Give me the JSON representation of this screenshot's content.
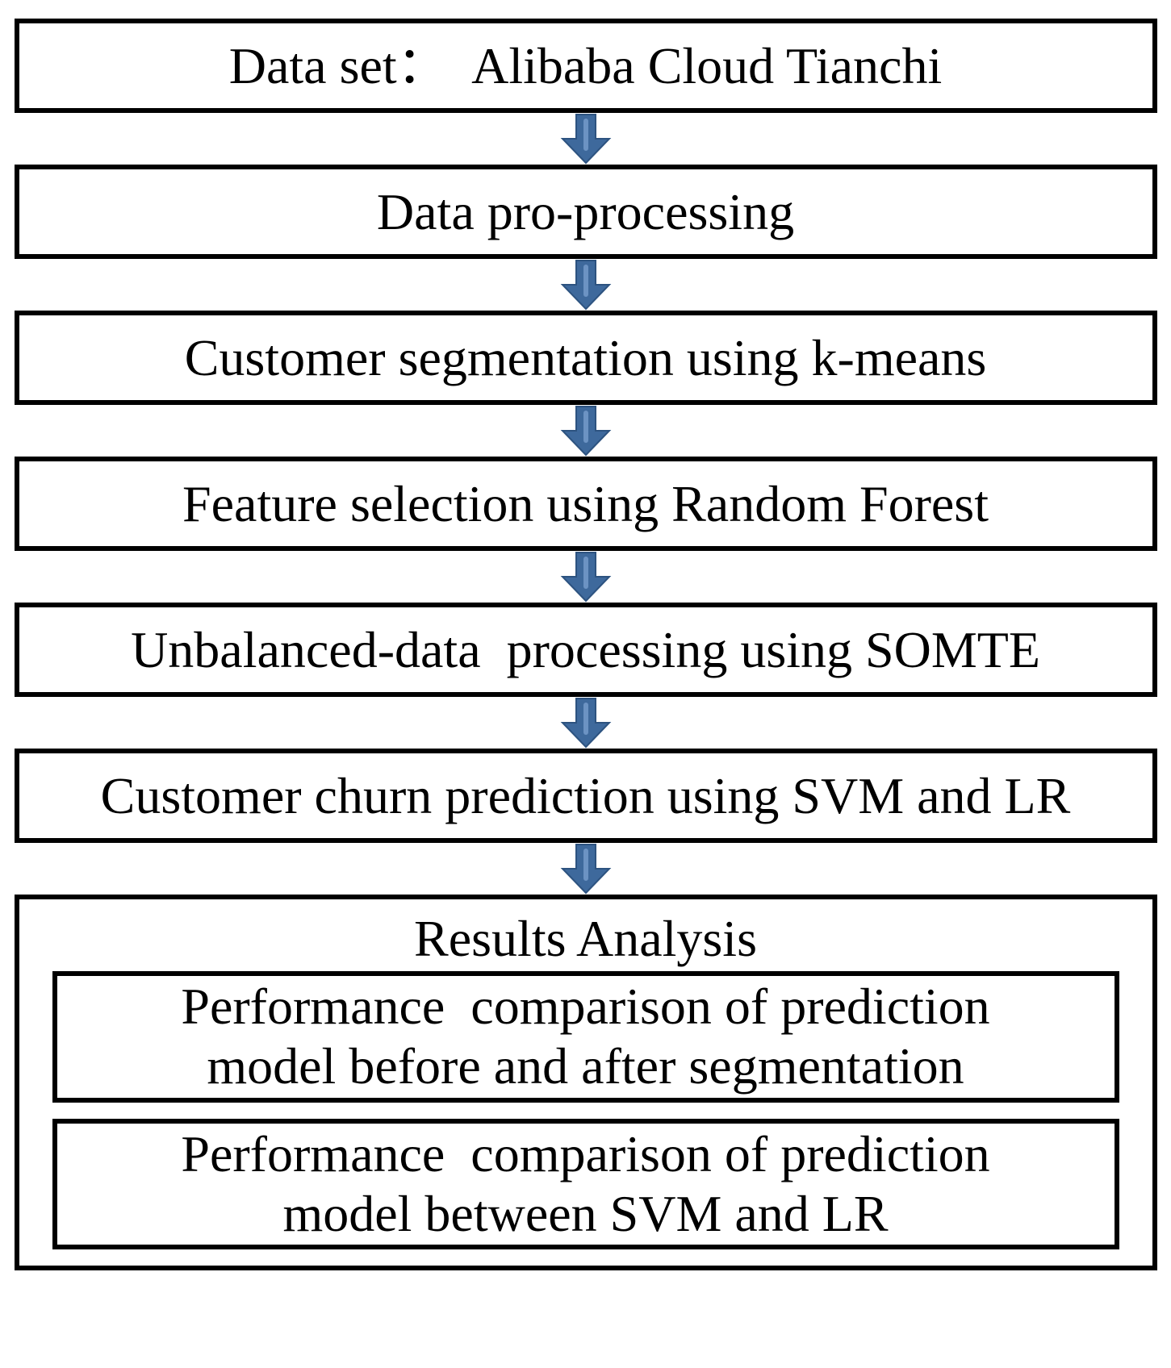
{
  "flowchart": {
    "steps": [
      {
        "label": "Data set：  Alibaba Cloud Tianchi"
      },
      {
        "label": "Data pro-processing"
      },
      {
        "label": "Customer segmentation using k-means"
      },
      {
        "label": "Feature selection using Random Forest"
      },
      {
        "label": "Unbalanced-data  processing using SOMTE"
      },
      {
        "label": "Customer churn prediction using SVM and LR"
      }
    ],
    "results": {
      "title": "Results Analysis",
      "items": [
        {
          "lines": [
            "Performance  comparison of prediction",
            "model before and after segmentation"
          ]
        },
        {
          "lines": [
            "Performance  comparison of prediction",
            "model between SVM and LR"
          ]
        }
      ]
    },
    "icons": {
      "connector": "down-arrow-icon"
    },
    "colors": {
      "arrow_fill": "#3E699C",
      "arrow_border": "#2D5380",
      "arrow_highlight": "#6C93C3",
      "box_border": "#000000",
      "text_color": "#000000",
      "background": "#FFFFFF"
    }
  }
}
